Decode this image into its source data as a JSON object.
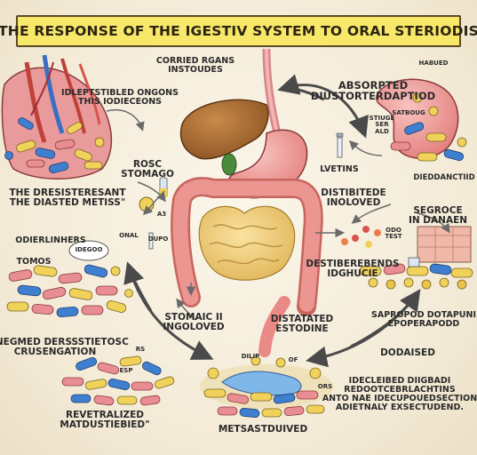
{
  "title": "THE RESPONSE OF THE IGESTIV SYSTEM  TO ORAL STERIODIS",
  "labels": {
    "corried": "CORRIED RGANS\nINSTOUDES",
    "absorpted": "ABSORPTED\nDIUSTORTERDAPTIOD",
    "habued": "HABUED",
    "identified": "IDLEPTSTIBLED ONGONS\nTHIS IODIECEONS",
    "rosc": "ROSC\nSTOMAGO",
    "satboug": "SATBOUG",
    "stiuge": "STIUGE\nSER\nALD",
    "dieddanctid": "DIEDDANCTIID",
    "desiresterant": "THE DRESISTERESANT\nTHE DIASTED METISS\"",
    "a3": "A3",
    "onal": "ONAL",
    "dupo": "DUPO",
    "lvetins": "LVETINS",
    "distibitede": "DISTIBITEDE\nINOLOVED",
    "segroce": "SEGROCE\nIN DANAEN",
    "odo": "ODO\nTEST",
    "odierliners": "ODIERLINHERS",
    "tomos": "TOMOS",
    "idegoo": "IDEGOO",
    "destiberends": "DESTIBEREBENDS\nIDGHUCIE",
    "sapropod": "SAPROPOD DOTAPUNI\nEPOPERAPODD",
    "stomaic": "STOMAIC II\nINGOLOVED",
    "distatated": "DISTATATED\nESTODINE",
    "sanegmed": "SANEGMED DERSSSTIETOSC\nCRUSENGATION",
    "rs": "RS",
    "esp": "ESP",
    "dilip": "DILIP",
    "of": "OF",
    "ors": "ORS",
    "dodaised": "DODAISED",
    "idecleibed": "IDECLEIBED DIIGBADI\nREDOOTCEBRLACHTINS\nANTO NAE IDECUPOUEDSECTION\nADIETNALY EXSECTUDEND.",
    "revetralized": "REVETRALIZED\nMATDUSTIEBIED\"",
    "metsastduived": "METSASTDUIVED"
  },
  "colors": {
    "banner": "#f7e86a",
    "liver": "#a0642c",
    "stomach": "#ee9d9a",
    "small_intestine": "#f0cd72",
    "large_intestine": "#e98a86",
    "pill_yellow": "#f0d25a",
    "pill_blue": "#3f7fd0",
    "pill_pink": "#e88e92"
  },
  "icons": [
    "liver-icon",
    "stomach-icon",
    "small-intestine-icon",
    "large-intestine-icon",
    "esophagus-icon",
    "pill-pile-icon",
    "syringe-icon",
    "test-tube-icon",
    "cycle-arrow-icon"
  ]
}
